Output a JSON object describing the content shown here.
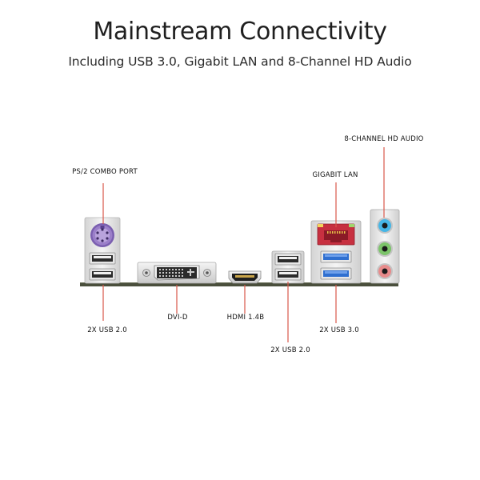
{
  "header": {
    "title": "Mainstream Connectivity",
    "subtitle": "Including USB 3.0, Gigabit LAN and 8-Channel HD Audio"
  },
  "labels": {
    "ps2": "PS/2 COMBO PORT",
    "usb2_left": "2X USB 2.0",
    "dvi": "DVI-D",
    "hdmi": "HDMI 1.4B",
    "usb2_mid": "2X USB 2.0",
    "lan": "GIGABIT LAN",
    "usb3": "2X USB 3.0",
    "audio": "8-CHANNEL HD AUDIO"
  },
  "colors": {
    "callout_line": "#d9574a",
    "ps2_port": "#9b7fc9",
    "usb3_blue": "#2f6fd0",
    "lan_red": "#c73040",
    "audio_blue": "#46b6e6",
    "audio_green": "#7cc46a",
    "audio_pink": "#e88b8b",
    "pcb": "#4a4f3c"
  }
}
